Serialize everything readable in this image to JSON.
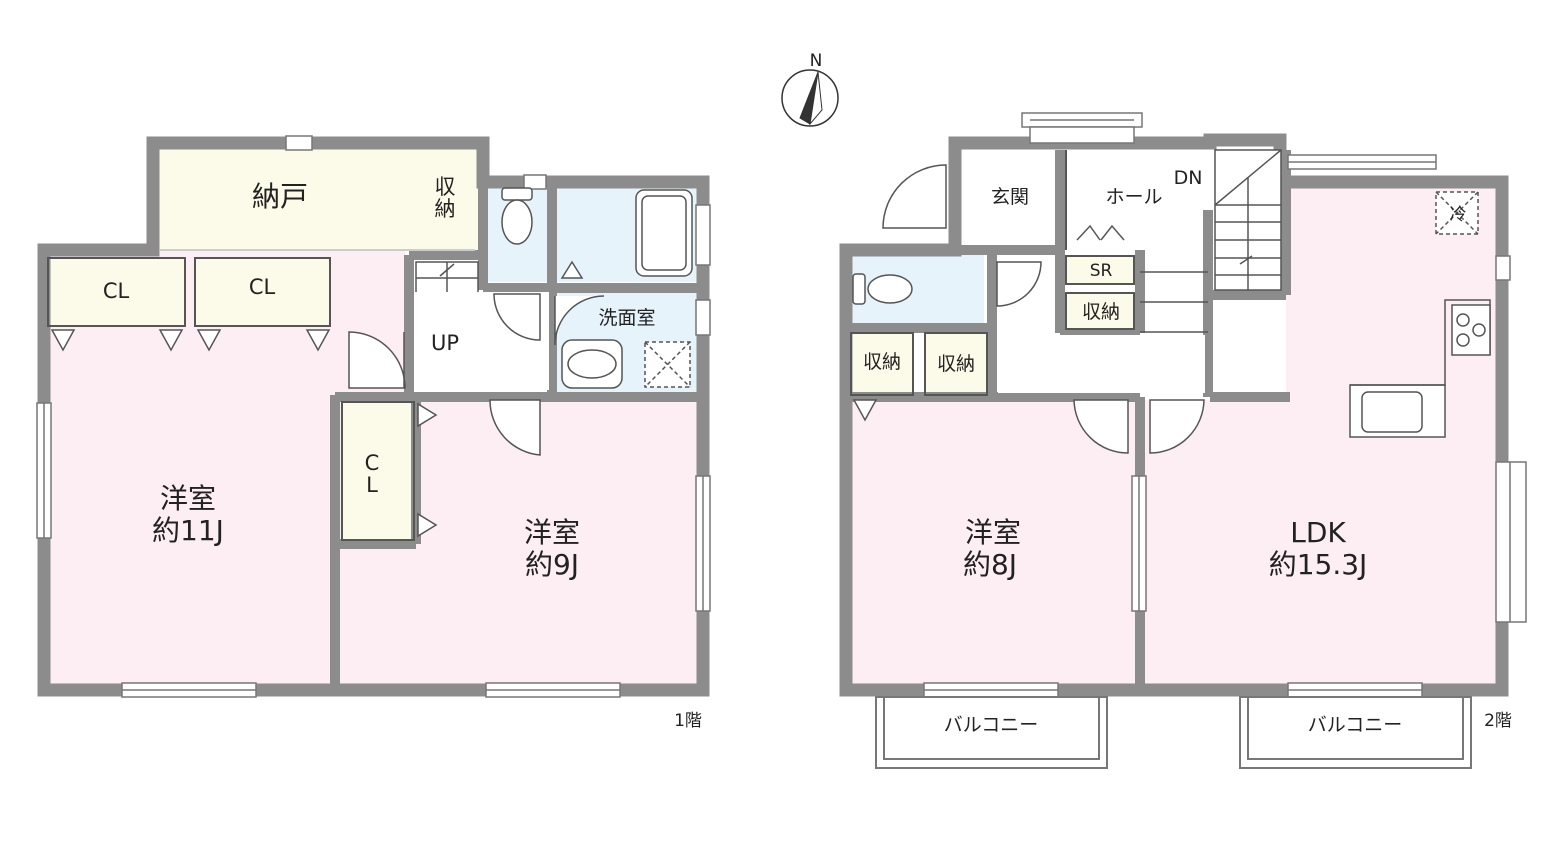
{
  "compass": {
    "north": "N"
  },
  "floor1": {
    "floor_label": "1階",
    "storage_room": "納戸",
    "storage_side": [
      "収",
      "納"
    ],
    "closet_a": "CL",
    "closet_b": "CL",
    "closet_c": [
      "C",
      "L"
    ],
    "up": "UP",
    "washroom": "洗面室",
    "room_west": {
      "name": "洋室",
      "size": "約11J"
    },
    "room_east": {
      "name": "洋室",
      "size": "約9J"
    }
  },
  "floor2": {
    "floor_label": "2階",
    "entrance": "玄関",
    "hall": "ホール",
    "down": "DN",
    "shoe_rack": "SR",
    "storage_1": "収納",
    "storage_2": "収納",
    "storage_3": "収納",
    "fridge": "冷",
    "room": {
      "name": "洋室",
      "size": "約8J"
    },
    "ldk": {
      "name": "LDK",
      "size": "約15.3J"
    },
    "balcony_left": "バルコニー",
    "balcony_right": "バルコニー"
  },
  "colors": {
    "wall": "#8c8c8c",
    "room_pink": "#fdeef3",
    "storage_yellow": "#fcfae8",
    "water_blue": "#e6f3fb"
  }
}
